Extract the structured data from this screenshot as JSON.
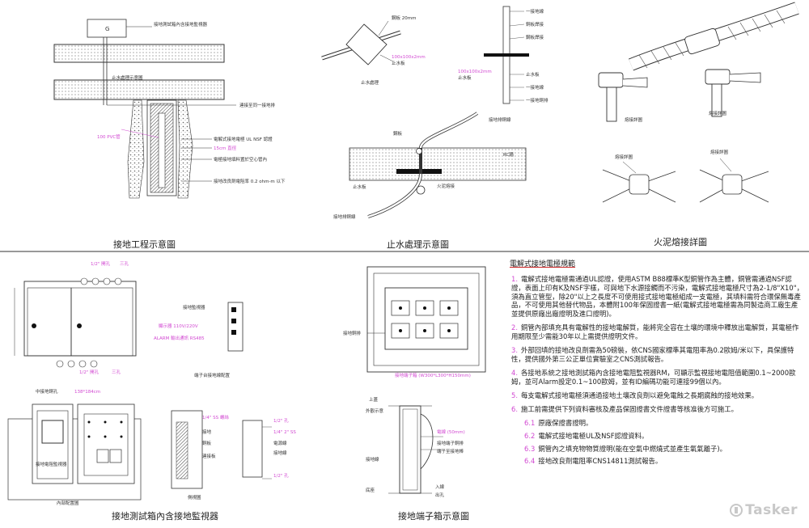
{
  "panels": {
    "grounding": {
      "caption": "接地工程示意圖",
      "labels": {
        "box_g": "G",
        "top_note": "接地測試箱內含接地監視器",
        "waterproof_label": "止水處理示意圖",
        "connect_label": "連接至同一接地排",
        "pipe_size": "100 PVC管",
        "electrode": "電解式接地電極 UL NSF 認證",
        "bore": "15cm 直徑",
        "fill": "電極接地填料置於空心管內",
        "test": "接地改良劑電阻率 0.2 ohm-m 以下"
      }
    },
    "waterproof": {
      "caption": "止水處理示意圖",
      "labels": {
        "steel_plate": "鋼板 20mm",
        "plate_size_a": "100x100x2mm",
        "stop_a": "止水板",
        "label_stop_left": "止水處理",
        "plate_size_b": "100x100x2mm",
        "stop_b": "止水板",
        "right_tags": [
          "一接地線",
          "銅板焊接",
          "鋼板焊接",
          "止水板",
          "一接地線",
          "一接地銅排"
        ],
        "cable_tag": "接地排銅線",
        "rc": "RC牆",
        "stop_c": "止水板",
        "weld_c": "火泥熔接",
        "bottom_tag": "接地排銅線",
        "steel_tag": "鋼板"
      }
    },
    "welding": {
      "caption": "火泥熔接詳圖",
      "labels": {
        "t_left": "熔接詳圖",
        "t_right": "熔接詳圖",
        "x_left": "熔接詳圖",
        "x_right": "熔接詳圖"
      }
    },
    "test_box": {
      "caption": "接地測試箱內含接地監視器",
      "labels": {
        "hole_top_a": "1/2\" 開孔",
        "hole_top_b": "三孔",
        "hole_bot_a": "1/2\" 開孔",
        "hole_bot_b": "三孔",
        "monitor": "接地監視器",
        "power": "顯示器 110V/220V",
        "alarm": "ALARM 輸出通訊 RS485",
        "terminal_panel": "端子台接地線配置",
        "inner_title_a": "中接地銅孔",
        "inner_size": "138*184cm",
        "inner_monitor": "接地電阻監視器",
        "inner_view": "內部配置圖",
        "ss_label": "1/4\" SS 螺絲",
        "side_labels": [
          "接地",
          "銅板",
          "連接板",
          "1/2\" 孔",
          "1/4\" 2\" SS",
          "電源線",
          "接地線",
          "1/2\" 孔"
        ],
        "side_view": "側視圖"
      }
    },
    "terminal_box": {
      "caption": "接地端子箱示意圖",
      "labels": {
        "cu_bar": "接地銅排",
        "dimension": "接地端子箱 (W300*L300*H150mm)",
        "top_tag": "上蓋",
        "side_a": "外觀示意",
        "side_b": "接地線",
        "side_c": "底座",
        "right_a": "電線 (50mm)",
        "right_b": "接地端子銅排",
        "right_c": "端子至接地棒",
        "right_d": "入線",
        "right_e": "出孔"
      }
    },
    "spec": {
      "title": "電解式接地電極規範",
      "items": [
        {
          "num": "1.",
          "text": "電解式接地電極需通過UL認證，使用ASTM B88標準K型銅管作為主體，銅管需通過NSF認證，表面上印有K及NSF字樣，可與地下水源接觸而不污染，電解式接地電極尺寸為2-1/8\"X10\"，須為直立管型，除20\"以上之長度不可使用接式接地電極組成一支電極，其填料需符合環保無毒產品，不可使用其他替代物品，本體附100年保固證書一紙(電解式接地電極需為同製造商工廠生產並提供原廠出廠證明及進口證明)。"
        },
        {
          "num": "2.",
          "text": "銅管內部填充具有電解性的接地電解質，能將完全容在土壤的環境中釋放出電解質，其電極作用期限至少需能30年以上需提供證明文件。"
        },
        {
          "num": "3.",
          "text": "外部回填的接地改良劑需為50磅裝，依CNS國家標準其電阻率為0.2歐姆/米以下，具保護特性，提供國外第三公正單位實驗室之CNS測試報告。"
        },
        {
          "num": "4.",
          "text": "各接地系統之接地測試箱內含接地電阻監視器RM，可顯示監視接地電阻值範圍0.1~2000歐姆，並可Alarm設定0.1~100歐姆，並有ID編碼功能可連接99個以內。"
        },
        {
          "num": "5.",
          "text": "每支電解式接地電極須通過接地土壤改良劑以避免電蝕之長期腐蝕的接地效果。"
        },
        {
          "num": "6.",
          "text": "施工前需提供下列資料審核及產品保固證書文件證書等核准後方可施工。"
        }
      ],
      "subitems": [
        {
          "num": "6.1",
          "text": "原廠保證書證明。"
        },
        {
          "num": "6.2",
          "text": "電解式接地電極UL及NSF認證資料。"
        },
        {
          "num": "6.3",
          "text": "銅管內之填充物物質證明(能在空氣中燃燒式並產生氧氣離子)。"
        },
        {
          "num": "6.4",
          "text": "接地改良劑電阻率CNS14811測試報告。"
        }
      ]
    }
  },
  "watermark": "Tasker",
  "colors": {
    "accent": "#d24ad2",
    "line": "#222222",
    "hatch": "#9a9a9a",
    "watermark": "#c8c8c8"
  }
}
